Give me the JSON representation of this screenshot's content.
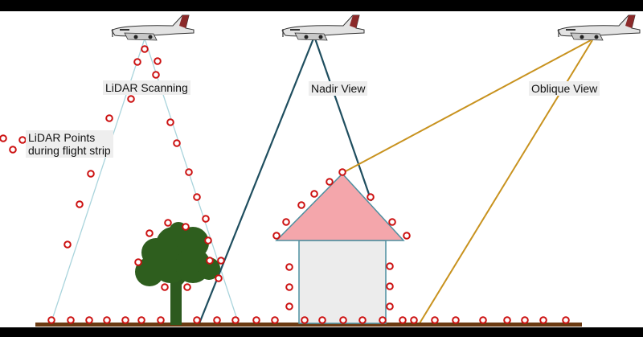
{
  "labels": {
    "lidar_scanning": "LiDAR Scanning",
    "nadir_view": "Nadir View",
    "oblique_view": "Oblique View",
    "lidar_points_line1": "LiDAR Points",
    "lidar_points_line2": "during flight strip"
  },
  "colors": {
    "background": "#ffffff",
    "lidar_beam": "#a9d4dc",
    "nadir_beam": "#1f4e5f",
    "oblique_beam": "#c8921e",
    "point_marker": "#cc1111",
    "ground": "#6b3a12",
    "tree_canopy": "#2e5e1e",
    "tree_trunk": "#2d5a1f",
    "roof": "#f4a6ab",
    "wall": "#ececec",
    "plane_body": "#e3e3e3",
    "plane_tail": "#8b2a2a"
  }
}
